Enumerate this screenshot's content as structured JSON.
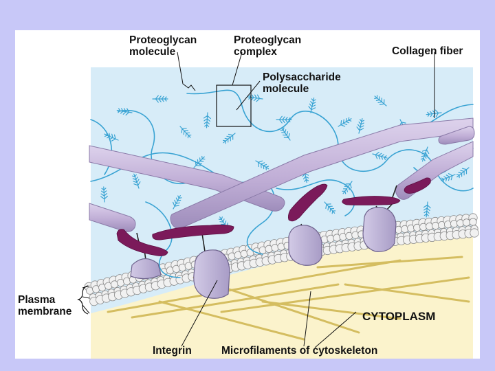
{
  "labels": {
    "proteoglycan_molecule": [
      "Proteoglycan",
      "molecule"
    ],
    "proteoglycan_complex": [
      "Proteoglycan",
      "complex"
    ],
    "collagen_fiber": "Collagen fiber",
    "polysaccharide_molecule": [
      "Polysaccharide",
      "molecule"
    ],
    "plasma_membrane": [
      "Plasma",
      "membrane"
    ],
    "cytoplasm": "CYTOPLASM",
    "integrin": "Integrin",
    "microfilaments": "Microfilaments of cytoskeleton"
  },
  "colors": {
    "background": "#c8c8f8",
    "slide": "#ffffff",
    "ecm": "#d7ecf8",
    "cytoplasm": "#fbf3cc",
    "collagen": "#c7b6db",
    "proteoglycan": "#39a3d3",
    "fibronectin": "#7b1a5a",
    "integrin": "#b8aed2",
    "microfilament": "#d7c26a"
  }
}
